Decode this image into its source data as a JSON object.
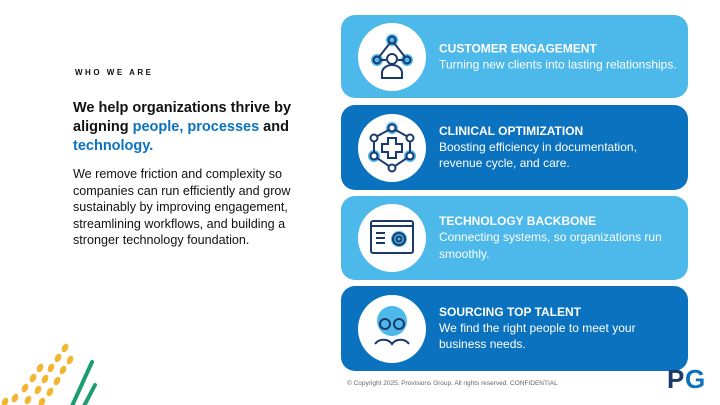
{
  "left": {
    "eyebrow": "WHO WE ARE",
    "headline_pre": "We help organizations thrive by aligning ",
    "headline_hl1": "people, processes",
    "headline_mid": " and ",
    "headline_hl2": "technology.",
    "body": "We remove friction and complexity so companies can run efficiently and grow sustainably by improving engagement, streamlining workflows, and building a stronger technology foundation."
  },
  "cards": [
    {
      "title": "CUSTOMER ENGAGEMENT",
      "desc": "Turning new clients into lasting relationships.",
      "icon": "network-person-icon"
    },
    {
      "title": "CLINICAL OPTIMIZATION",
      "desc": "Boosting efficiency in documentation, revenue cycle, and care.",
      "icon": "medical-cross-network-icon"
    },
    {
      "title": "TECHNOLOGY BACKBONE",
      "desc": "Connecting systems, so organizations run smoothly.",
      "icon": "screen-gear-icon"
    },
    {
      "title": "SOURCING TOP TALENT",
      "desc": "We find the right people to meet your business needs.",
      "icon": "people-icon"
    }
  ],
  "footer": {
    "copyright": "© Copyright 2025, Provisions Group. All rights reserved. CONFIDENTIAL",
    "logo": "PG"
  },
  "colors": {
    "light": "#4DB8EA",
    "dark": "#0A72BE",
    "navy": "#1B3A6B"
  }
}
